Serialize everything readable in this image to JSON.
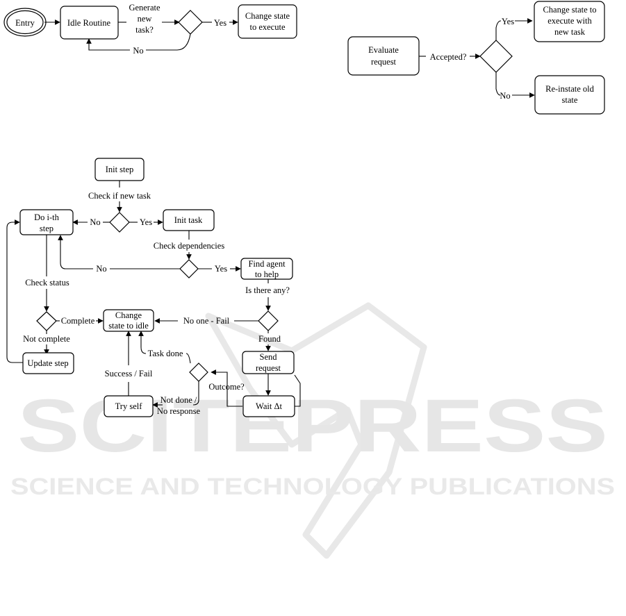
{
  "watermark": {
    "brand": "SCITEPRESS",
    "tagline": "SCIENCE AND TECHNOLOGY PUBLICATIONS",
    "color": "#e6e6e6"
  },
  "diagram_idle": {
    "entry": "Entry",
    "idle_routine": "Idle Routine",
    "question": [
      "Generate",
      "new",
      "task?"
    ],
    "yes": "Yes",
    "no": "No",
    "change_state": [
      "Change state",
      "to execute"
    ]
  },
  "diagram_request": {
    "evaluate": [
      "Evaluate",
      "request"
    ],
    "question": "Accepted?",
    "yes": "Yes",
    "no": "No",
    "accept_state": [
      "Change state to",
      "execute with",
      "new task"
    ],
    "reinstate": [
      "Re-instate old",
      "state"
    ]
  },
  "diagram_execute": {
    "init_step": "Init step",
    "check_new_task": "Check if new task",
    "do_step": [
      "Do i-th",
      "step"
    ],
    "no_1": "No",
    "yes_1": "Yes",
    "init_task": "Init task",
    "check_dependencies": "Check dependencies",
    "no_2": "No",
    "yes_2": "Yes",
    "find_agent": [
      "Find agent",
      "to help"
    ],
    "check_status": "Check status",
    "is_there_any": "Is there any?",
    "complete": "Complete",
    "change_idle": [
      "Change",
      "state to idle"
    ],
    "no_one_fail": "No one - Fail",
    "not_complete": "Not complete",
    "found": "Found",
    "update_step": "Update step",
    "task_done": "Task done",
    "send_request": [
      "Send",
      "request"
    ],
    "success_fail": "Success / Fail",
    "outcome": "Outcome?",
    "try_self": "Try self",
    "not_done": [
      "Not done /",
      "No response"
    ],
    "wait": "Wait Δt"
  }
}
